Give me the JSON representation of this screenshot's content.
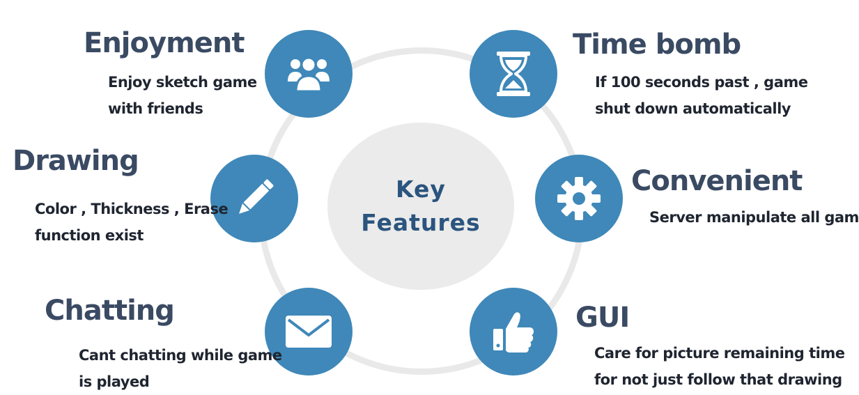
{
  "center": {
    "line1": "Key",
    "line2": "Features"
  },
  "features": {
    "enjoyment": {
      "title": "Enjoyment",
      "desc_line1": "Enjoy sketch game",
      "desc_line2": "with friends",
      "icon": "users-group-icon"
    },
    "drawing": {
      "title": "Drawing",
      "desc_line1": "Color , Thickness , Erase",
      "desc_line2": "function exist",
      "icon": "pencil-icon"
    },
    "chatting": {
      "title": "Chatting",
      "desc_line1": "Cant chatting while game",
      "desc_line2": "is played",
      "icon": "envelope-icon"
    },
    "time_bomb": {
      "title": "Time bomb",
      "desc_line1": "If 100 seconds past , game",
      "desc_line2": "shut down automatically",
      "icon": "hourglass-icon"
    },
    "convenient": {
      "title": "Convenient",
      "desc_line1": "Server manipulate all games",
      "icon": "gear-icon"
    },
    "gui": {
      "title": "GUI",
      "desc_line1": "Care for picture remaining time",
      "desc_line2": "for not just follow that drawing",
      "icon": "thumbs-up-icon"
    }
  },
  "colors": {
    "node_fill": "#3f88b9",
    "title_text": "#3a4a63",
    "center_text": "#2b547e",
    "ring": "#e9e9e9",
    "center_fill": "#ebebeb"
  }
}
